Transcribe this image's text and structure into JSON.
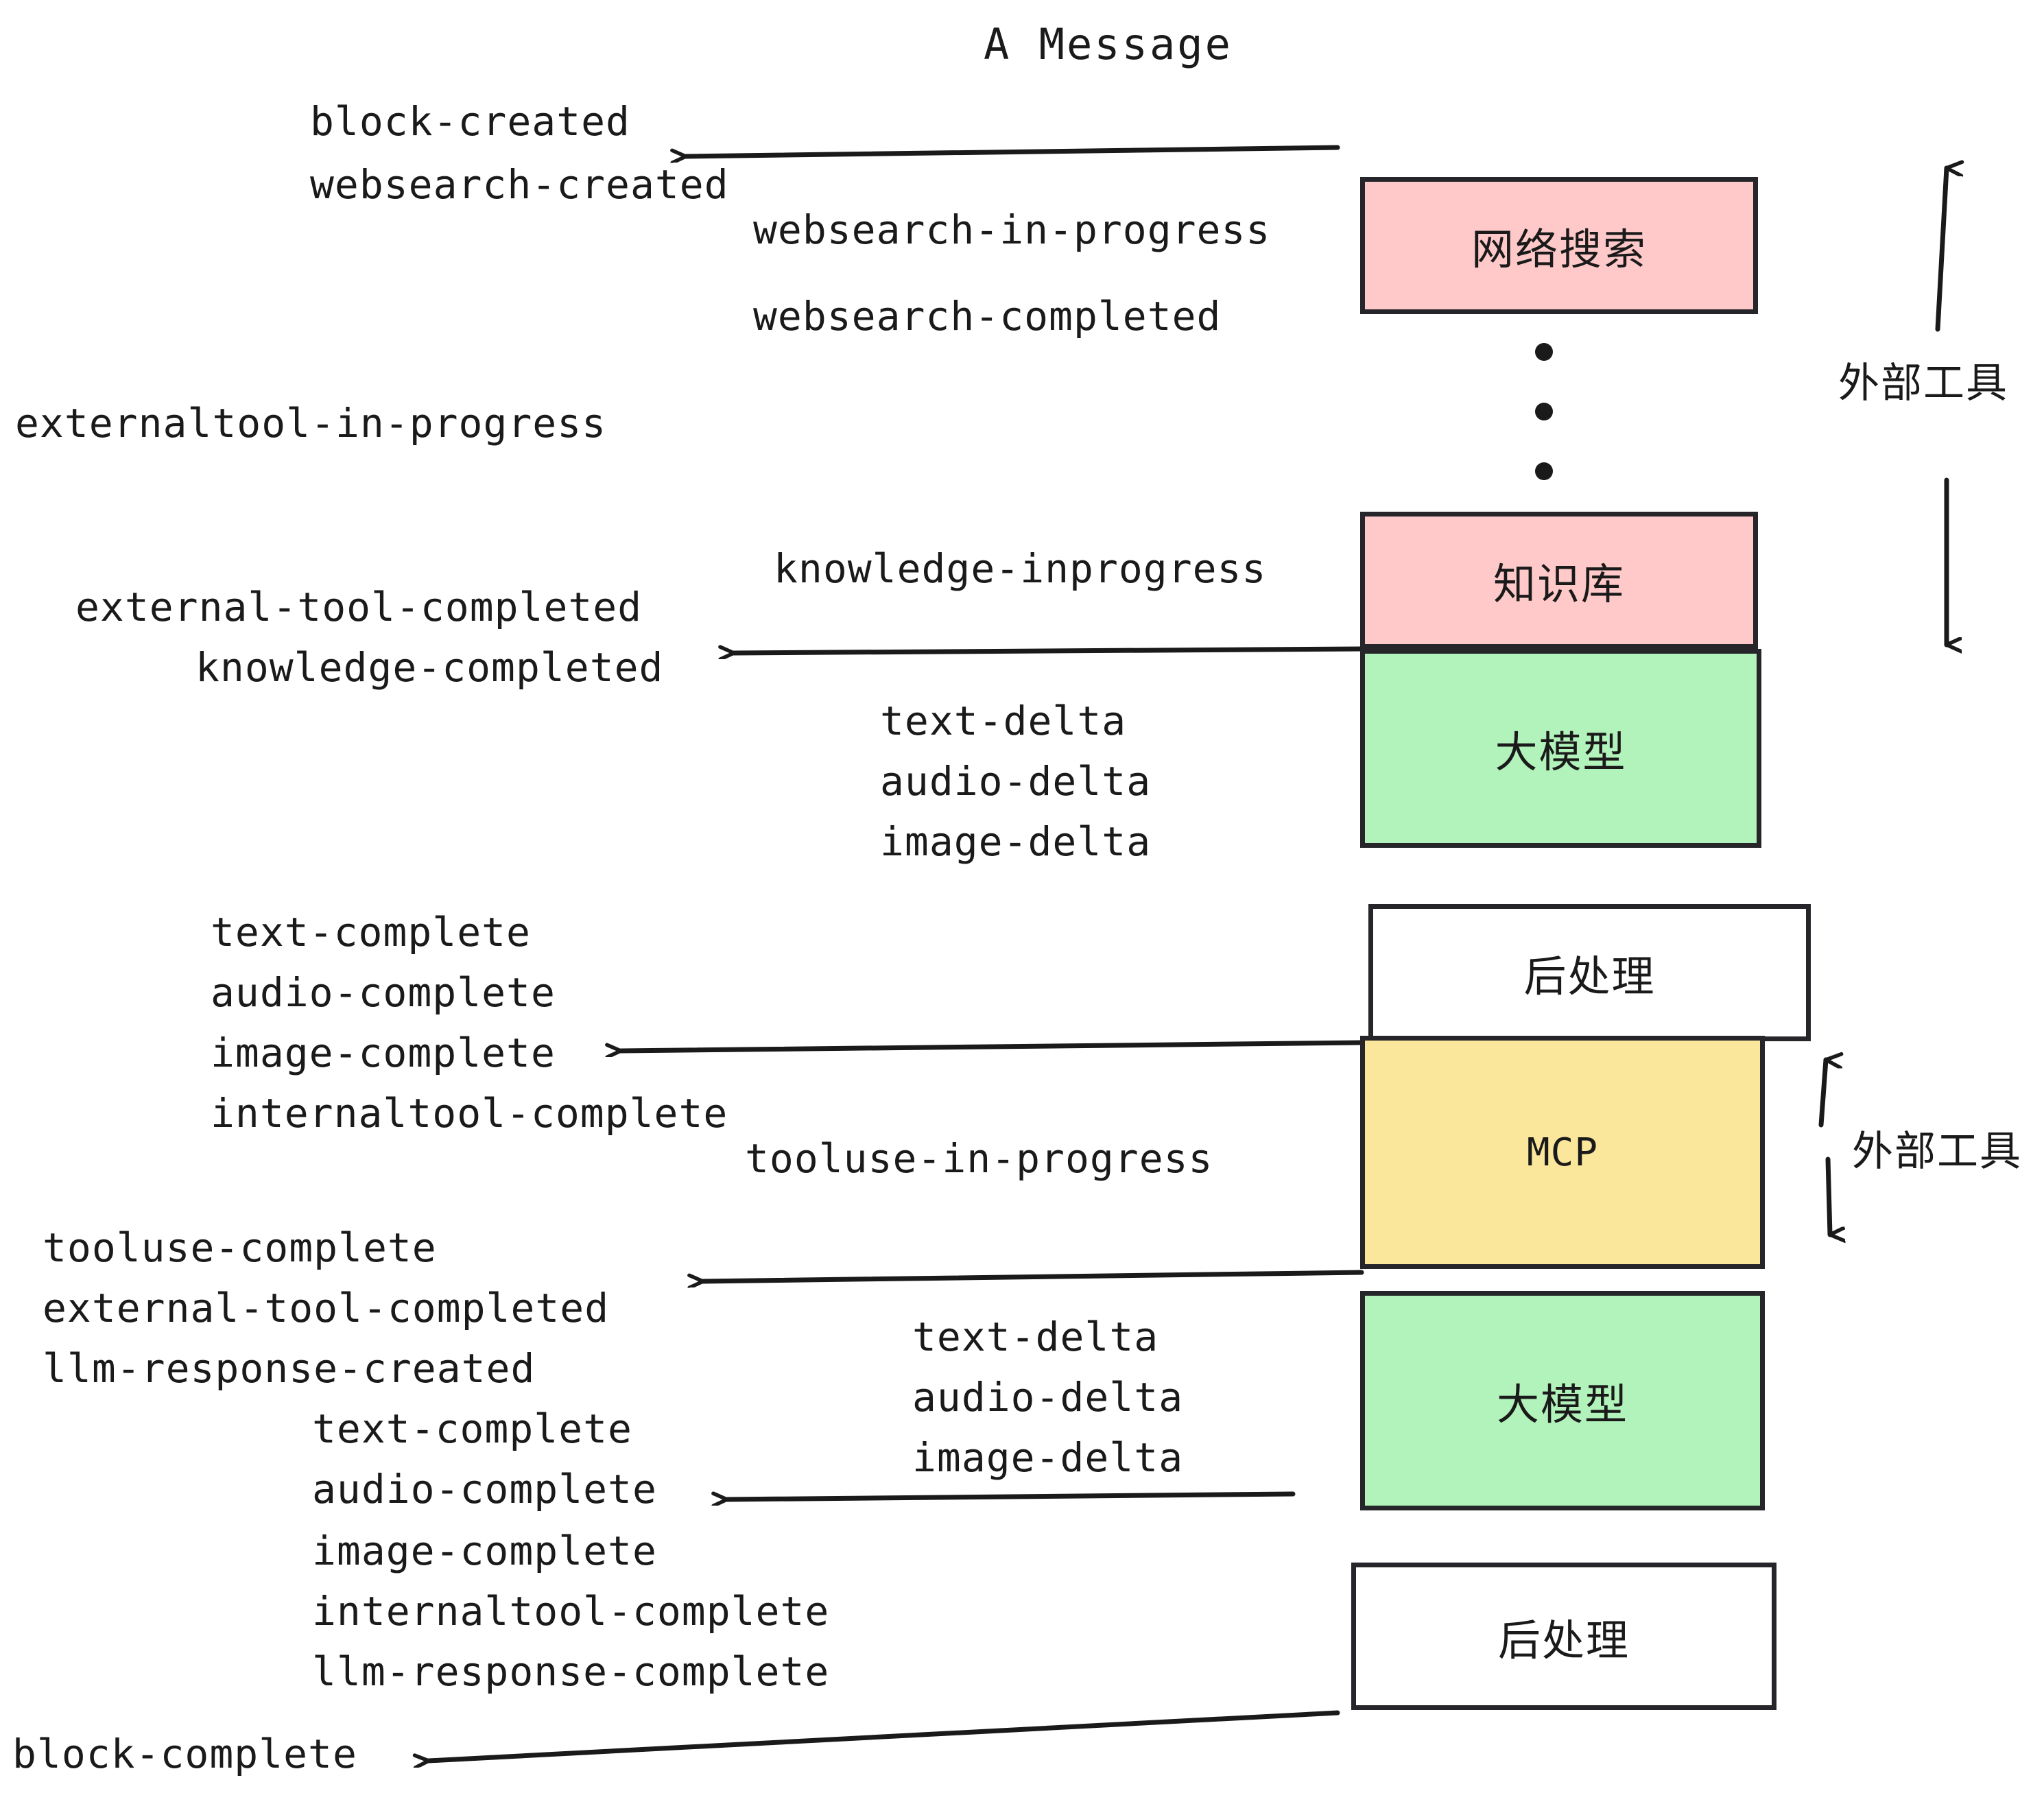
{
  "title": "A Message",
  "colors": {
    "pink": "#FFC9C9",
    "green": "#B2F2BB",
    "yellow": "#FBE79C",
    "white": "#FFFFFF",
    "stroke": "#26262A",
    "text": "#1A1A1A"
  },
  "boxes": {
    "websearch": "网络搜索",
    "knowledge": "知识库",
    "llm_first": "大模型",
    "postprocess_first": "后处理",
    "mcp": "MCP",
    "llm_second": "大模型",
    "postprocess_second": "后处理"
  },
  "group_labels": {
    "external_tool_top": "外部工具",
    "external_tool_mcp": "外部工具"
  },
  "events": {
    "block_created": "block-created",
    "websearch_created": "websearch-created",
    "websearch_in_progress": "websearch-in-progress",
    "websearch_completed": "websearch-completed",
    "externaltool_in_progress": "externaltool-in-progress",
    "knowledge_inprogress": "knowledge-inprogress",
    "external_tool_completed_1": "external-tool-completed",
    "knowledge_completed": "knowledge-completed",
    "text_delta_1": "text-delta",
    "audio_delta_1": "audio-delta",
    "image_delta_1": "image-delta",
    "text_complete_1": "text-complete",
    "audio_complete_1": "audio-complete",
    "image_complete_1": "image-complete",
    "internaltool_complete_1": "internaltool-complete",
    "tooluse_in_progress": "tooluse-in-progress",
    "tooluse_complete": "tooluse-complete",
    "external_tool_completed_2": "external-tool-completed",
    "llm_response_created": "llm-response-created",
    "text_delta_2": "text-delta",
    "audio_delta_2": "audio-delta",
    "image_delta_2": "image-delta",
    "text_complete_2": "text-complete",
    "audio_complete_2": "audio-complete",
    "image_complete_2": "image-complete",
    "internaltool_complete_2": "internaltool-complete",
    "llm_response_complete": "llm-response-complete",
    "block_complete": "block-complete"
  }
}
